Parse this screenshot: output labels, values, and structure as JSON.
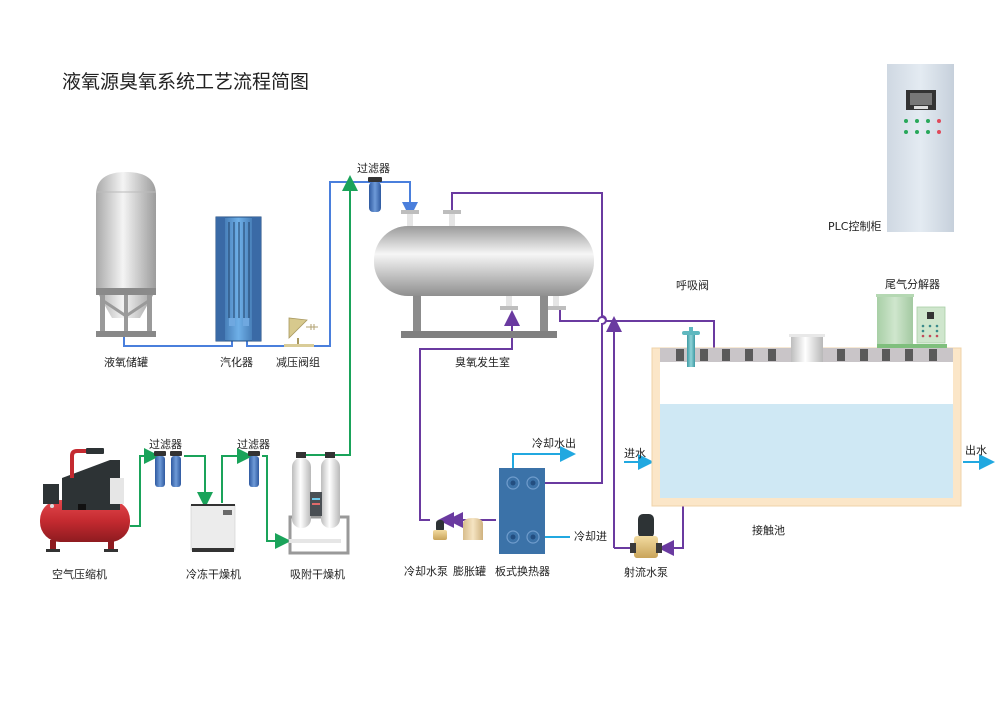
{
  "title": "液氧源臭氧系统工艺流程简图",
  "colors": {
    "oxygen_line": "#4a7fdc",
    "air_line": "#1aa35a",
    "ozone_line": "#6a3aa0",
    "cooling_water": "#21a8e0",
    "water": "#cfe8f4",
    "tank_frame": "#fbe6c8",
    "hx_plate": "#3b72a8"
  },
  "equipment": {
    "lox_tank": "液氧储罐",
    "vaporizer": "汽化器",
    "pressure_valve": "减压阀组",
    "filter_top": "过滤器",
    "ozone_generator": "臭氧发生室",
    "plc": "PLC控制柜",
    "breather_valve": "呼吸阀",
    "tail_gas": "尾气分解器",
    "compressor": "空气压缩机",
    "filter_1": "过滤器",
    "refrigerated_dryer": "冷冻干燥机",
    "filter_2": "过滤器",
    "adsorption_dryer": "吸附干燥机",
    "cooling_pump": "冷却水泵",
    "expansion_tank": "膨胀罐",
    "plate_hx": "板式换热器",
    "cooling_out": "冷却水出",
    "cooling_in": "冷却进",
    "water_in": "进水",
    "water_out": "出水",
    "contact_tank": "接触池",
    "jet_pump": "射流水泵"
  }
}
